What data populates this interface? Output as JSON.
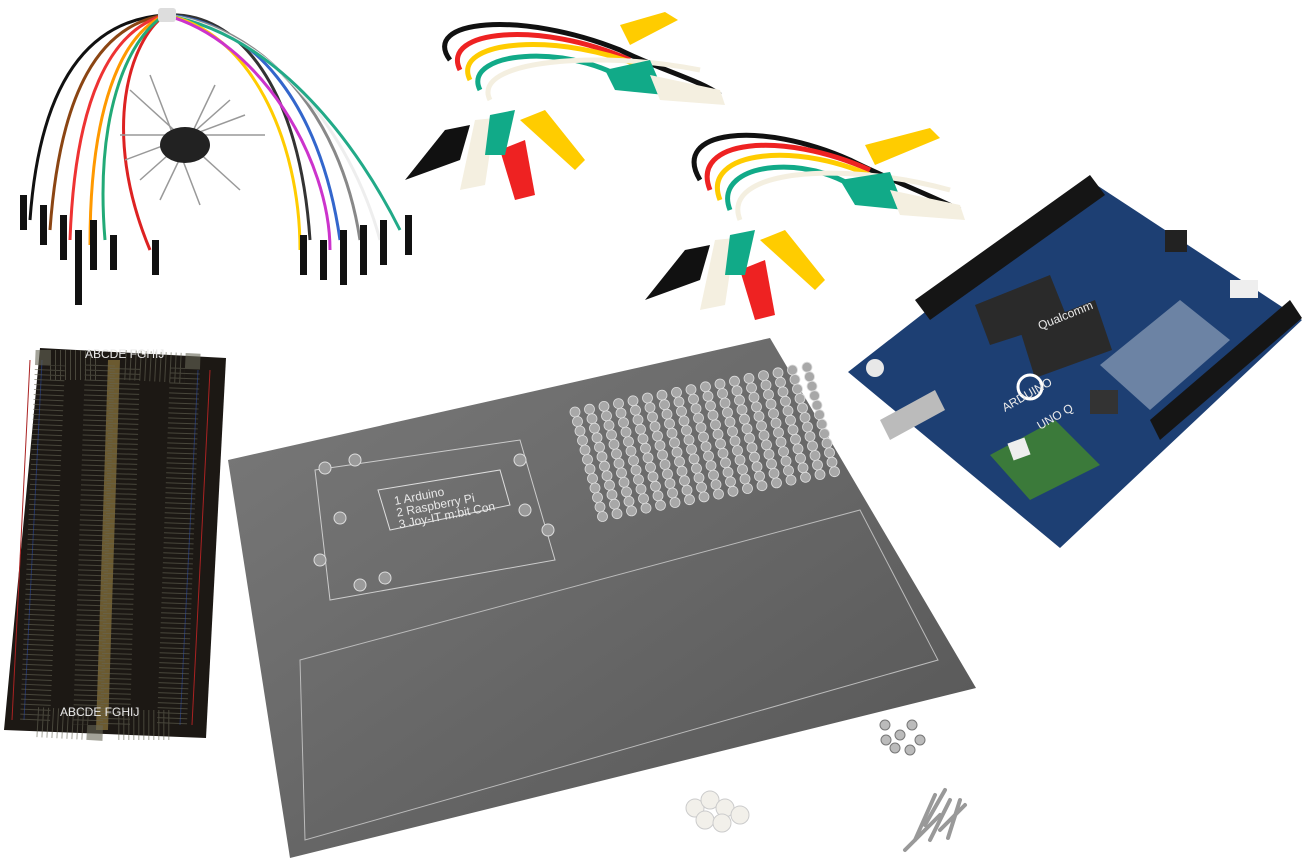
{
  "scene": {
    "plate_labels": [
      "1  Arduino",
      "2  Raspberry Pi",
      "3  Joy-IT m:bit Con"
    ],
    "breadboard_labels": {
      "top": "ABCDE   FGHIJ",
      "bottom": "ABCDE   FGHIJ"
    },
    "board_labels": {
      "brand": "ARDUINO",
      "model": "UNO Q",
      "chip": "Qualcomm"
    },
    "colors": {
      "background": "#ffffff",
      "plate": "#6a6a6a",
      "breadboard": "#1c1814",
      "pcb": "#1d3f73",
      "header": "#151515"
    }
  }
}
